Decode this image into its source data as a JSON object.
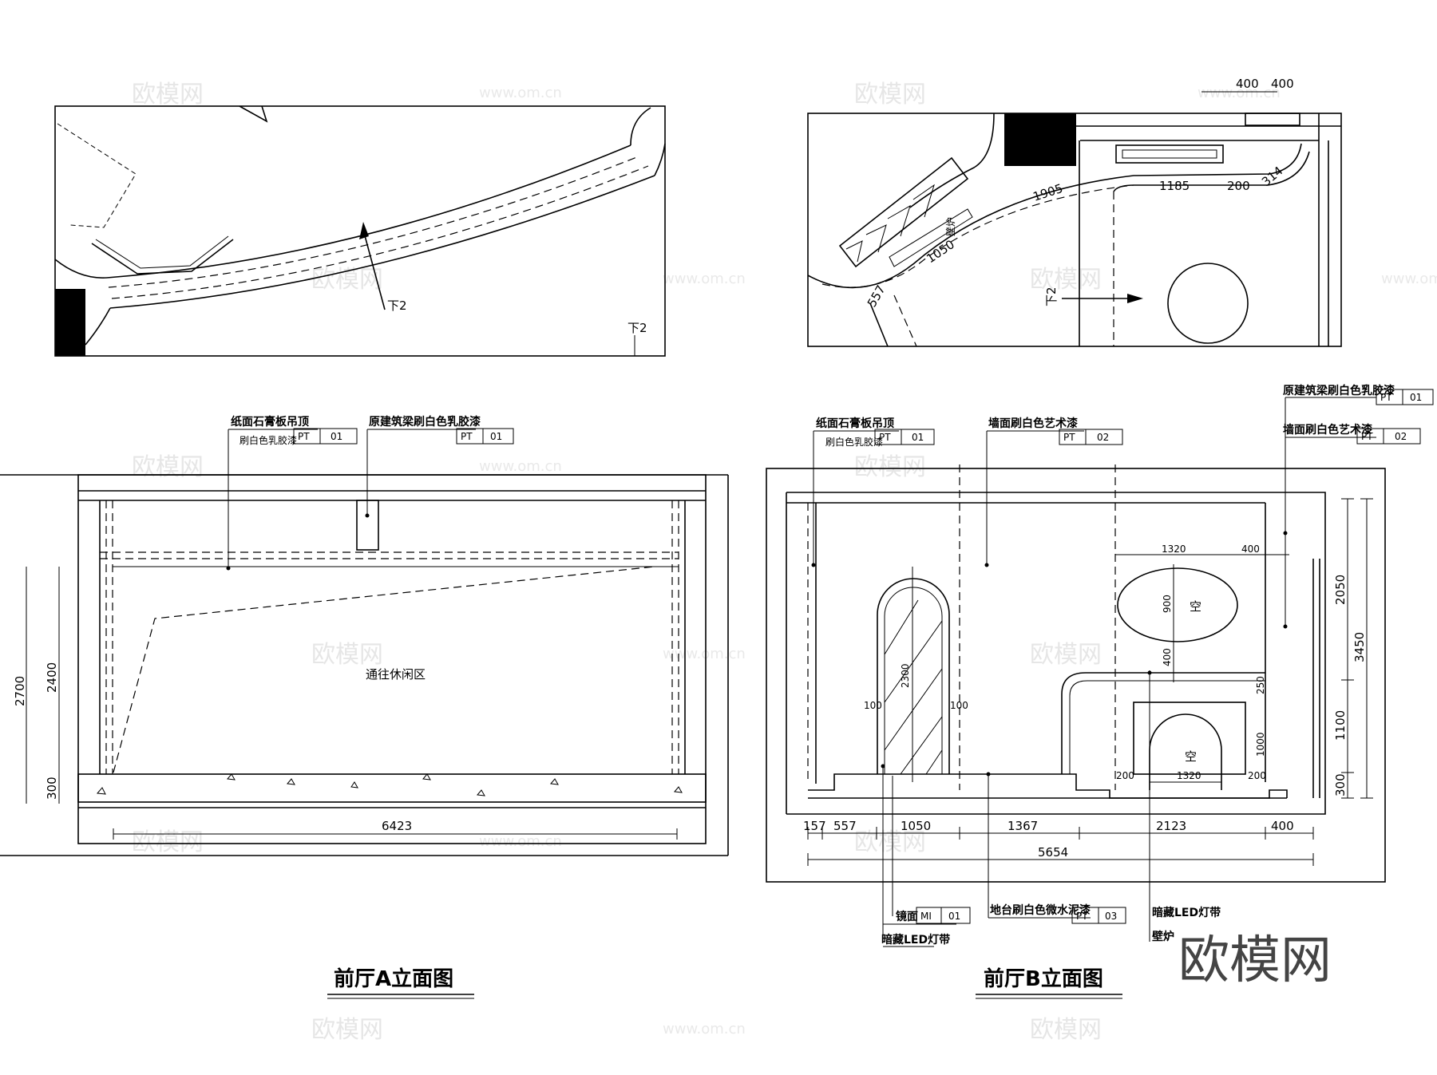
{
  "watermark": {
    "brand": "欧模网",
    "site": "www.om.cn",
    "corner_logo": "欧模网"
  },
  "plan_left": {
    "stair_label": "下2",
    "stair_label_2": "下2"
  },
  "plan_right": {
    "stair_label": "下2",
    "fireplace_label": "壁炉",
    "dims": {
      "top_a": "400",
      "top_b": "400",
      "arc": "1905",
      "d1185": "1185",
      "d200": "200",
      "d314": "314",
      "d1050": "1050",
      "d557": "557"
    }
  },
  "elev_a": {
    "title": "前厅A立面图",
    "center_label": "通往休闲区",
    "callouts": [
      {
        "text": "纸面石膏板吊顶",
        "sub": "刷白色乳胶漆",
        "code": "PT",
        "num": "01"
      },
      {
        "text": "原建筑梁刷白色乳胶漆",
        "code": "PT",
        "num": "01"
      }
    ],
    "dims": {
      "total_width": "6423",
      "h2700": "2700",
      "h2400": "2400",
      "h300": "300"
    }
  },
  "elev_b": {
    "title": "前厅B立面图",
    "void_label_1": "空",
    "void_label_2": "空",
    "callouts_top": [
      {
        "text": "纸面石膏板吊顶",
        "sub": "刷白色乳胶漆",
        "code": "PT",
        "num": "01"
      },
      {
        "text": "墙面刷白色艺术漆",
        "code": "PT",
        "num": "02"
      },
      {
        "text": "原建筑梁刷白色乳胶漆",
        "code": "PT",
        "num": "01"
      },
      {
        "text": "墙面刷白色艺术漆",
        "code": "PT",
        "num": "02"
      }
    ],
    "callouts_bottom": [
      {
        "text": "镜面",
        "code": "MI",
        "num": "01"
      },
      {
        "text": "暗藏LED灯带"
      },
      {
        "text": "地台刷白色微水泥漆",
        "code": "PT",
        "num": "03"
      },
      {
        "text": "暗藏LED灯带"
      },
      {
        "text": "壁炉"
      }
    ],
    "dims": {
      "w157": "157",
      "w557": "557",
      "w1050": "1050",
      "w1367": "1367",
      "w2123": "2123",
      "w400": "400",
      "total": "5654",
      "h2050": "2050",
      "h3450": "3450",
      "h1100": "1100",
      "h300": "300",
      "mirror_h": "2300",
      "mirror_s1": "100",
      "mirror_s2": "100",
      "oval_w": "1320",
      "oval_side": "400",
      "oval_h": "900",
      "oval_gap": "400",
      "fp_250": "250",
      "fp_1000": "1000",
      "fp_200a": "200",
      "fp_1320": "1320",
      "fp_200b": "200"
    }
  }
}
